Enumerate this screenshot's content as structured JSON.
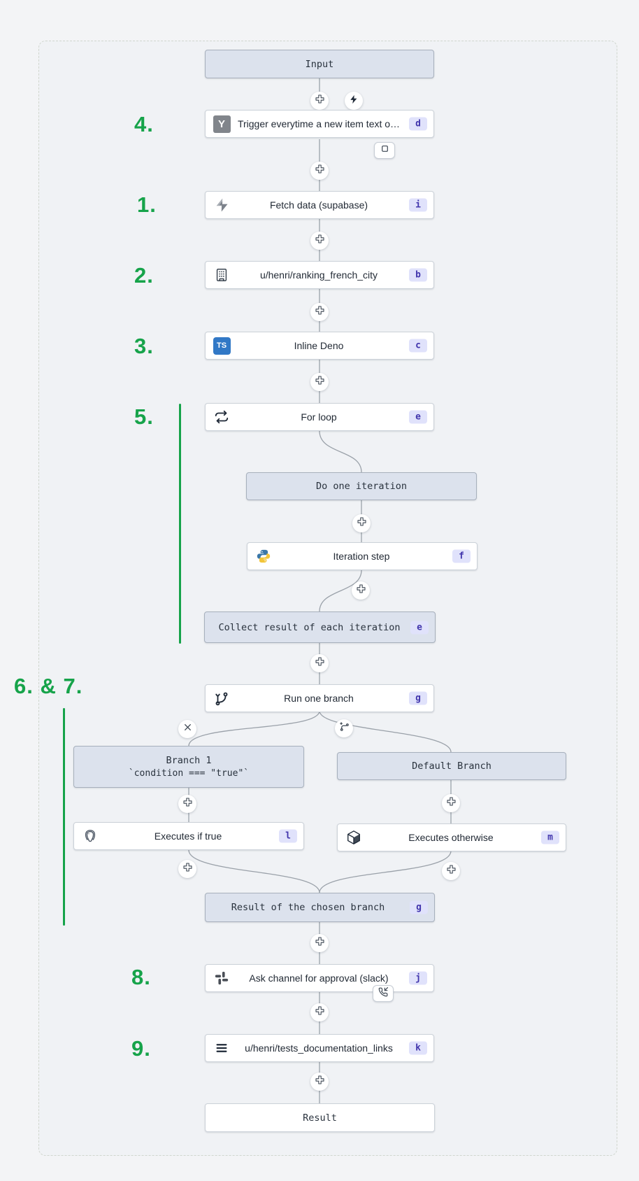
{
  "annotations": {
    "n1": "1.",
    "n2": "2.",
    "n3": "3.",
    "n4": "4.",
    "n5": "5.",
    "n67": "6. & 7.",
    "n8": "8.",
    "n9": "9.",
    "accent_color": "#16a34a"
  },
  "nodes": {
    "input": {
      "label": "Input"
    },
    "trigger": {
      "label": "Trigger everytime a new item text o…",
      "badge": "d",
      "icon_glyph": "Y"
    },
    "fetch_data": {
      "label": "Fetch data (supabase)",
      "badge": "i"
    },
    "ranking": {
      "label": "u/henri/ranking_french_city",
      "badge": "b"
    },
    "inline_deno": {
      "label": "Inline Deno",
      "badge": "c",
      "icon_glyph": "TS"
    },
    "for_loop": {
      "label": "For loop",
      "badge": "e"
    },
    "do_iteration": {
      "label": "Do one iteration"
    },
    "iteration_step": {
      "label": "Iteration step",
      "badge": "f"
    },
    "collect": {
      "label": "Collect result of each iteration",
      "badge": "e"
    },
    "run_branch": {
      "label": "Run one branch",
      "badge": "g"
    },
    "branch1": {
      "title": "Branch 1",
      "subtitle": "`condition === \"true\"`"
    },
    "default_branch": {
      "label": "Default Branch"
    },
    "exec_true": {
      "label": "Executes if true",
      "badge": "l"
    },
    "exec_otherwise": {
      "label": "Executes otherwise",
      "badge": "m"
    },
    "chosen_result": {
      "label": "Result of the chosen branch",
      "badge": "g"
    },
    "slack_approval": {
      "label": "Ask channel for approval (slack)",
      "badge": "j"
    },
    "docs_links": {
      "label": "u/henri/tests_documentation_links",
      "badge": "k"
    },
    "result": {
      "label": "Result"
    }
  },
  "colors": {
    "badge_bg": "#e0e2fb",
    "badge_text": "#4236ad",
    "virtual_node_bg": "#dce2ed",
    "step_node_bg": "#ffffff",
    "edge": "#9aa1a9",
    "annotation_green": "#16a34a"
  }
}
